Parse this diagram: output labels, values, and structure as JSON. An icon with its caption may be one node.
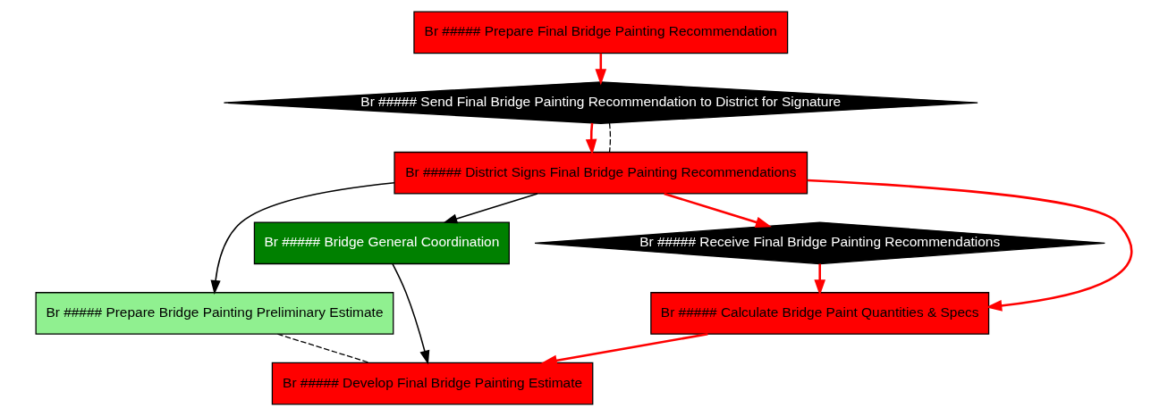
{
  "diagram": {
    "nodes": [
      {
        "text": [
          "Br ##### Prepare Final Bridge Painting Recommendation"
        ]
      },
      {
        "text": [
          "Br ##### Send Final Bridge Painting Recommendation to District for Signature"
        ]
      },
      {
        "text": [
          "Br ##### District Signs Final Bridge Painting Recommendations"
        ]
      },
      {
        "text": [
          "Br ##### Prepare Bridge Painting Preliminary Estimate"
        ]
      },
      {
        "text": [
          "Br ##### Bridge General Coordination"
        ]
      },
      {
        "text": [
          "Br ##### Receive Final Bridge Painting Recommendations"
        ]
      },
      {
        "text": [
          "Br ##### Calculate Bridge Paint Quantities & Specs"
        ]
      },
      {
        "text": [
          "Br ##### Develop Final Bridge Painting Estimate"
        ]
      }
    ],
    "edges": [
      {
        "from": 0,
        "to": 1,
        "arrow": "to"
      },
      {
        "from": 1,
        "to": 2,
        "arrow": "to"
      },
      {
        "from": 1,
        "to": 2,
        "arrow": "none",
        "style": "dashed",
        "color": "#000000"
      },
      {
        "from": 2,
        "to": 3,
        "arrow": "to",
        "color": "#000000"
      },
      {
        "from": 2,
        "to": 4,
        "arrow": "to",
        "color": "#000000"
      },
      {
        "from": 2,
        "to": 5,
        "arrow": "to"
      },
      {
        "from": 2,
        "to": 6,
        "arrow": "to"
      },
      {
        "from": 5,
        "to": 6,
        "arrow": "to"
      },
      {
        "from": 3,
        "to": 7,
        "arrow": "none",
        "style": "dashed",
        "color": "#000000"
      },
      {
        "from": 6,
        "to": 7,
        "arrow": "to"
      },
      {
        "from": 4,
        "to": 7,
        "arrow": "to",
        "color": "#000000"
      }
    ]
  }
}
